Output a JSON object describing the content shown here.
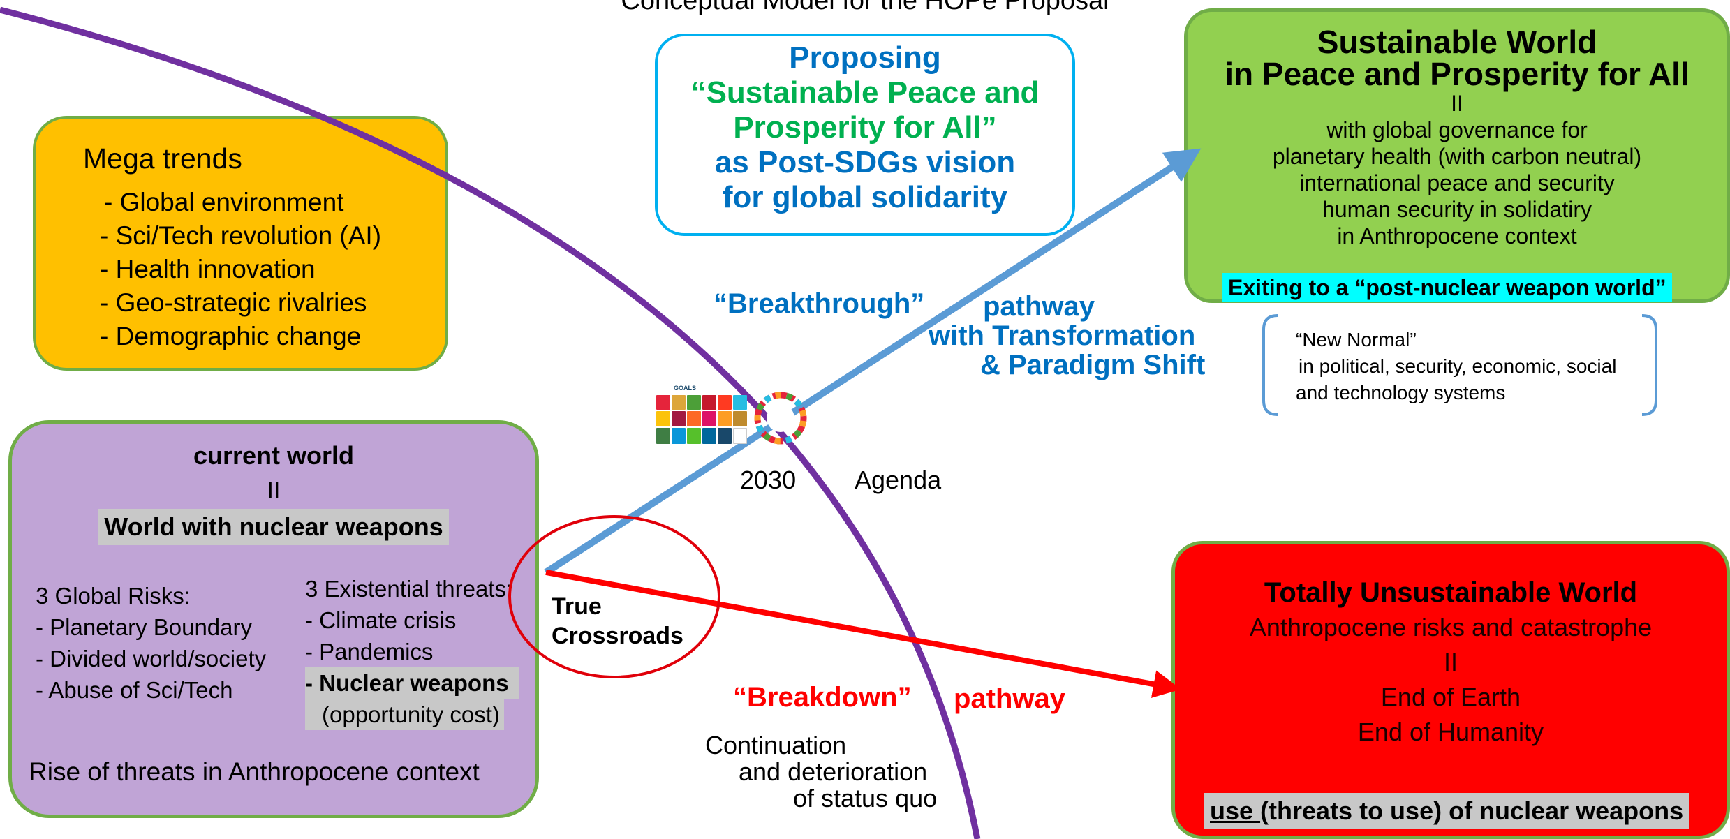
{
  "title": "Conceptual Model for the HOPe Proposal",
  "mega_trends": {
    "heading": "Mega trends",
    "items": [
      "- Global environment",
      "- Sci/Tech revolution (AI)",
      "- Health innovation",
      "- Geo-strategic rivalries",
      "- Demographic change"
    ]
  },
  "proposal": {
    "line1": "Proposing",
    "line2": "“Sustainable Peace and",
    "line3": "Prosperity for All”",
    "line4": "as Post-SDGs vision",
    "line5": "for global solidarity"
  },
  "sustainable_world": {
    "heading1": "Sustainable World",
    "heading2": "in Peace and Prosperity for All",
    "equals": "II",
    "lines": [
      "with global governance for",
      "planetary health (with carbon neutral)",
      "international peace and security",
      "human security in solidatiry",
      "in Anthropocene context"
    ],
    "exit": "Exiting to a “post-nuclear weapon world”"
  },
  "new_normal": {
    "line1": "“New Normal”",
    "line2": "in political, security, economic, social",
    "line3": "and technology systems"
  },
  "breakthrough": {
    "quote": "“Breakthrough”",
    "word": "pathway",
    "line2": "with Transformation",
    "line3": "& Paradigm Shift"
  },
  "agenda": {
    "year": "2030",
    "label": "Agenda"
  },
  "current_world": {
    "heading": "current world",
    "equals": "II",
    "subheading": "World with nuclear weapons",
    "risks_title": "3 Global Risks:",
    "risks": [
      "- Planetary Boundary",
      "- Divided world/society",
      "- Abuse of Sci/Tech"
    ],
    "threats_title": "3 Existential threats:",
    "threats": [
      "- Climate crisis",
      "- Pandemics",
      "- Nuclear weapons"
    ],
    "opportunity": "(opportunity cost)",
    "footer": "Rise of threats in Anthropocene context"
  },
  "crossroads": {
    "line1": "True",
    "line2": "Crossroads"
  },
  "breakdown": {
    "quote": "“Breakdown”",
    "word": "pathway",
    "line1": "Continuation",
    "line2": "and deterioration",
    "line3": "of status quo"
  },
  "unsustainable_world": {
    "heading": "Totally Unsustainable World",
    "line1": "Anthropocene risks and catastrophe",
    "equals": "II",
    "line2": "End of Earth",
    "line3": "End of Humanity",
    "use_underlined": "use ",
    "use_rest": "(threats to use) of nuclear weapons"
  },
  "sdg_logo": {
    "text": "GOALS"
  },
  "colors": {
    "purple_arc": "#7030A0",
    "blue_arrow": "#5B9BD5",
    "red_arrow": "#FF0000",
    "mega_fill": "#FFC000",
    "current_fill": "#C0A4D6",
    "sustainable_fill": "#92D050",
    "unsustainable_fill": "#FF0000",
    "box_border": "#70AD47"
  }
}
